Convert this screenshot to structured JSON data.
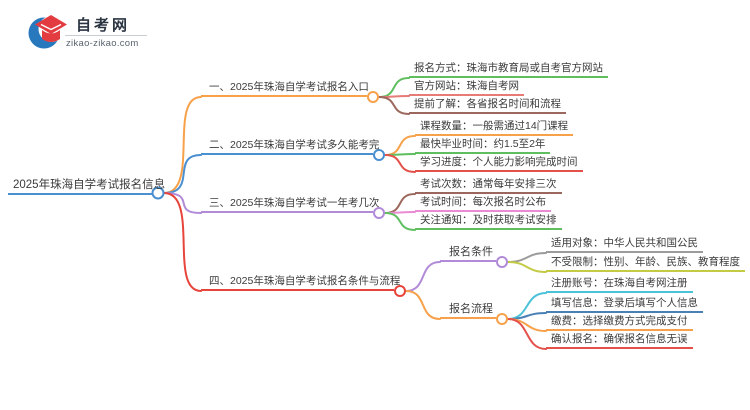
{
  "logo": {
    "title": "自考网",
    "domain": "zikao-zikao.com",
    "crescent_color": "#2878be",
    "cap_color": "#e23c40"
  },
  "root": {
    "label": "2025年珠海自学考试报名信息",
    "color": "#4a8fd0"
  },
  "branches": [
    {
      "label": "一、2025年珠海自学考试报名入口",
      "color": "#f7a14b",
      "children": [
        {
          "label": "报名方式：珠海市教育局或自考官方网站",
          "color": "#5fbf5f"
        },
        {
          "label": "官方网站：珠海自考网",
          "color": "#e77b76"
        },
        {
          "label": "提前了解：各省报名时间和流程",
          "color": "#9c675c"
        }
      ]
    },
    {
      "label": "二、2025年珠海自学考试多久能考完",
      "color": "#4a8fd0",
      "children": [
        {
          "label": "课程数量：一般需通过14门课程",
          "color": "#f7a14b"
        },
        {
          "label": "最快毕业时间：约1.5至2年",
          "color": "#5fbf5f"
        },
        {
          "label": "学习进度：个人能力影响完成时间",
          "color": "#e4504a"
        }
      ]
    },
    {
      "label": "三、2025年珠海自学考试一年考几次",
      "color": "#b18bd8",
      "children": [
        {
          "label": "考试次数：通常每年安排三次",
          "color": "#9c675c"
        },
        {
          "label": "考试时间：每次报名时公布",
          "color": "#ea8bd4"
        },
        {
          "label": "关注通知：及时获取考试安排",
          "color": "#5fbf5f"
        }
      ]
    },
    {
      "label": "四、2025年珠海自学考试报名条件与流程",
      "color": "#e7453c",
      "children": [
        {
          "label": "报名条件",
          "color": "#b18bd8",
          "children": [
            {
              "label": "适用对象：中华人民共和国公民",
              "color": "#9b9b9b"
            },
            {
              "label": "不受限制：性别、年龄、民族、教育程度",
              "color": "#c3ca44"
            }
          ]
        },
        {
          "label": "报名流程",
          "color": "#f7a14b",
          "children": [
            {
              "label": "注册账号：在珠海自考网注册",
              "color": "#4cc2d8"
            },
            {
              "label": "填写信息：登录后填写个人信息",
              "color": "#4b80b4"
            },
            {
              "label": "缴费：选择缴费方式完成支付",
              "color": "#f7a14b"
            },
            {
              "label": "确认报名：确保报名信息无误",
              "color": "#e4504a"
            }
          ]
        }
      ]
    }
  ]
}
